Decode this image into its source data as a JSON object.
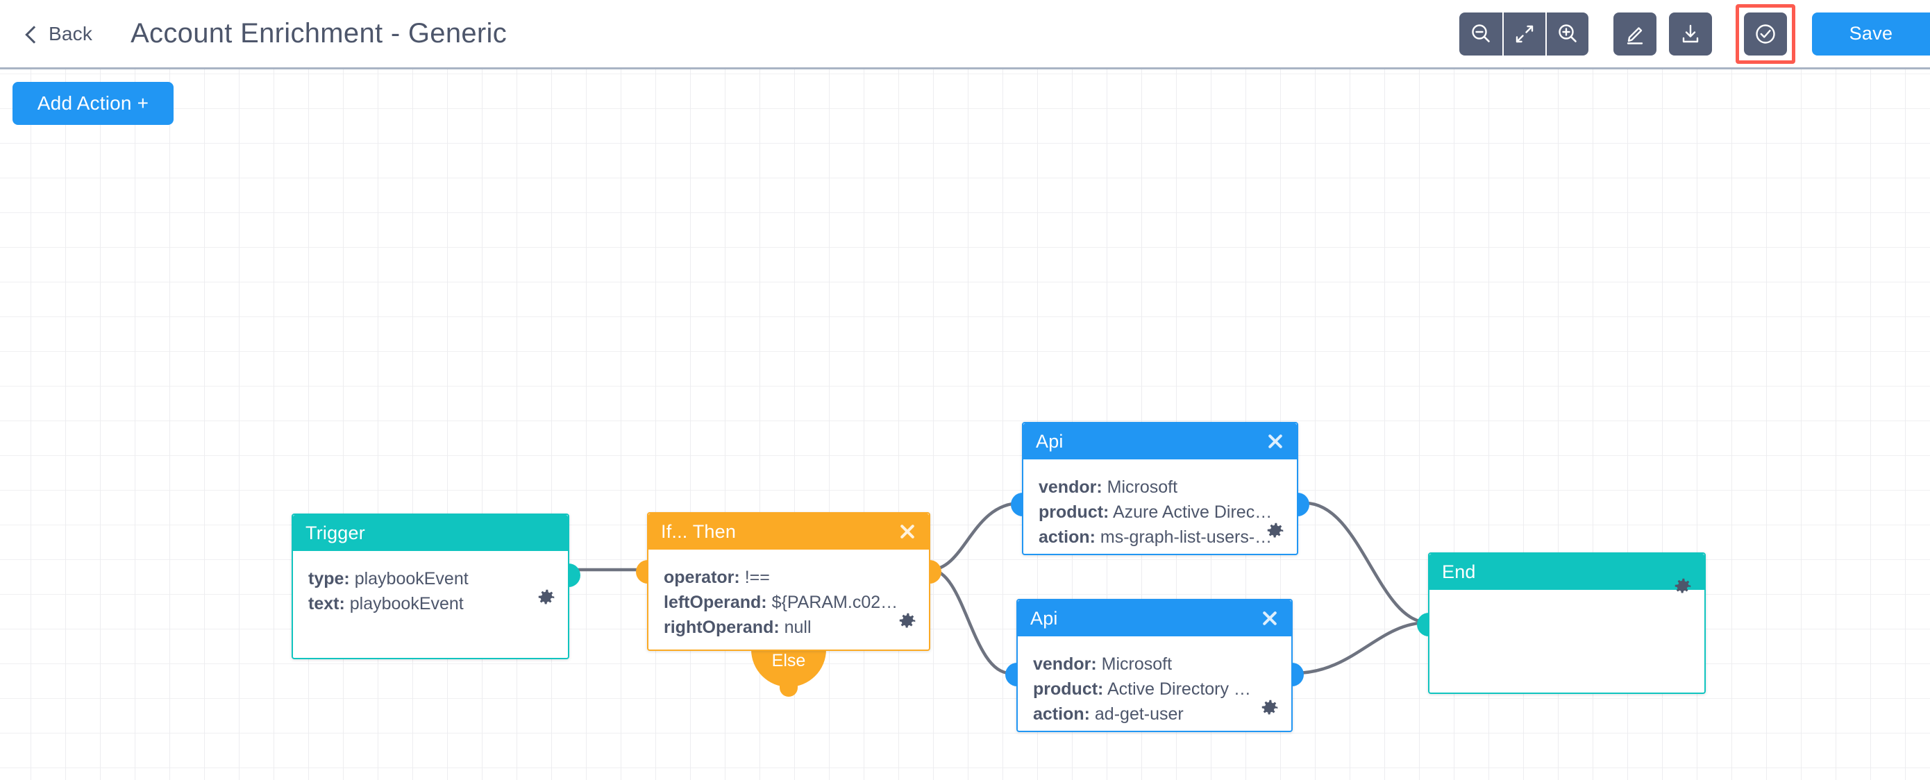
{
  "header": {
    "back_label": "Back",
    "title": "Account Enrichment - Generic",
    "toolbar": {
      "zoom_out": "zoom-out-icon",
      "fit_screen": "fit-to-screen-icon",
      "zoom_in": "zoom-in-icon",
      "edit": "pencil-icon",
      "download": "download-icon",
      "validate": "check-circle-icon"
    },
    "save_label": "Save"
  },
  "canvas": {
    "add_action_label": "Add Action  +",
    "else_label": "Else",
    "nodes": [
      {
        "id": "trigger",
        "title": "Trigger",
        "color": "#10c4bf",
        "closable": false,
        "rows": [
          {
            "key": "type:",
            "value": "playbookEvent"
          },
          {
            "key": "text:",
            "value": "playbookEvent"
          }
        ]
      },
      {
        "id": "if-then",
        "title": "If... Then",
        "color": "#fbaa25",
        "closable": true,
        "rows": [
          {
            "key": "operator:",
            "value": "!=="
          },
          {
            "key": "leftOperand:",
            "value": "${PARAM.c02…"
          },
          {
            "key": "rightOperand:",
            "value": "null"
          }
        ]
      },
      {
        "id": "api-azure",
        "title": "Api",
        "color": "#2196f3",
        "closable": true,
        "rows": [
          {
            "key": "vendor:",
            "value": "Microsoft"
          },
          {
            "key": "product:",
            "value": "Azure Active Direc…"
          },
          {
            "key": "action:",
            "value": "ms-graph-list-users-…"
          }
        ]
      },
      {
        "id": "api-ad",
        "title": "Api",
        "color": "#2196f3",
        "closable": true,
        "rows": [
          {
            "key": "vendor:",
            "value": "Microsoft"
          },
          {
            "key": "product:",
            "value": "Active Directory …"
          },
          {
            "key": "action:",
            "value": "ad-get-user"
          }
        ]
      },
      {
        "id": "end",
        "title": "End",
        "color": "#10c4bf",
        "closable": false,
        "rows": []
      }
    ]
  },
  "colors": {
    "accent_blue": "#2196f3",
    "teal": "#10c4bf",
    "amber": "#fbaa25",
    "highlight_red": "#fd5b4f",
    "toolbar_slate": "#555f77",
    "text_slate": "#4d566b"
  }
}
